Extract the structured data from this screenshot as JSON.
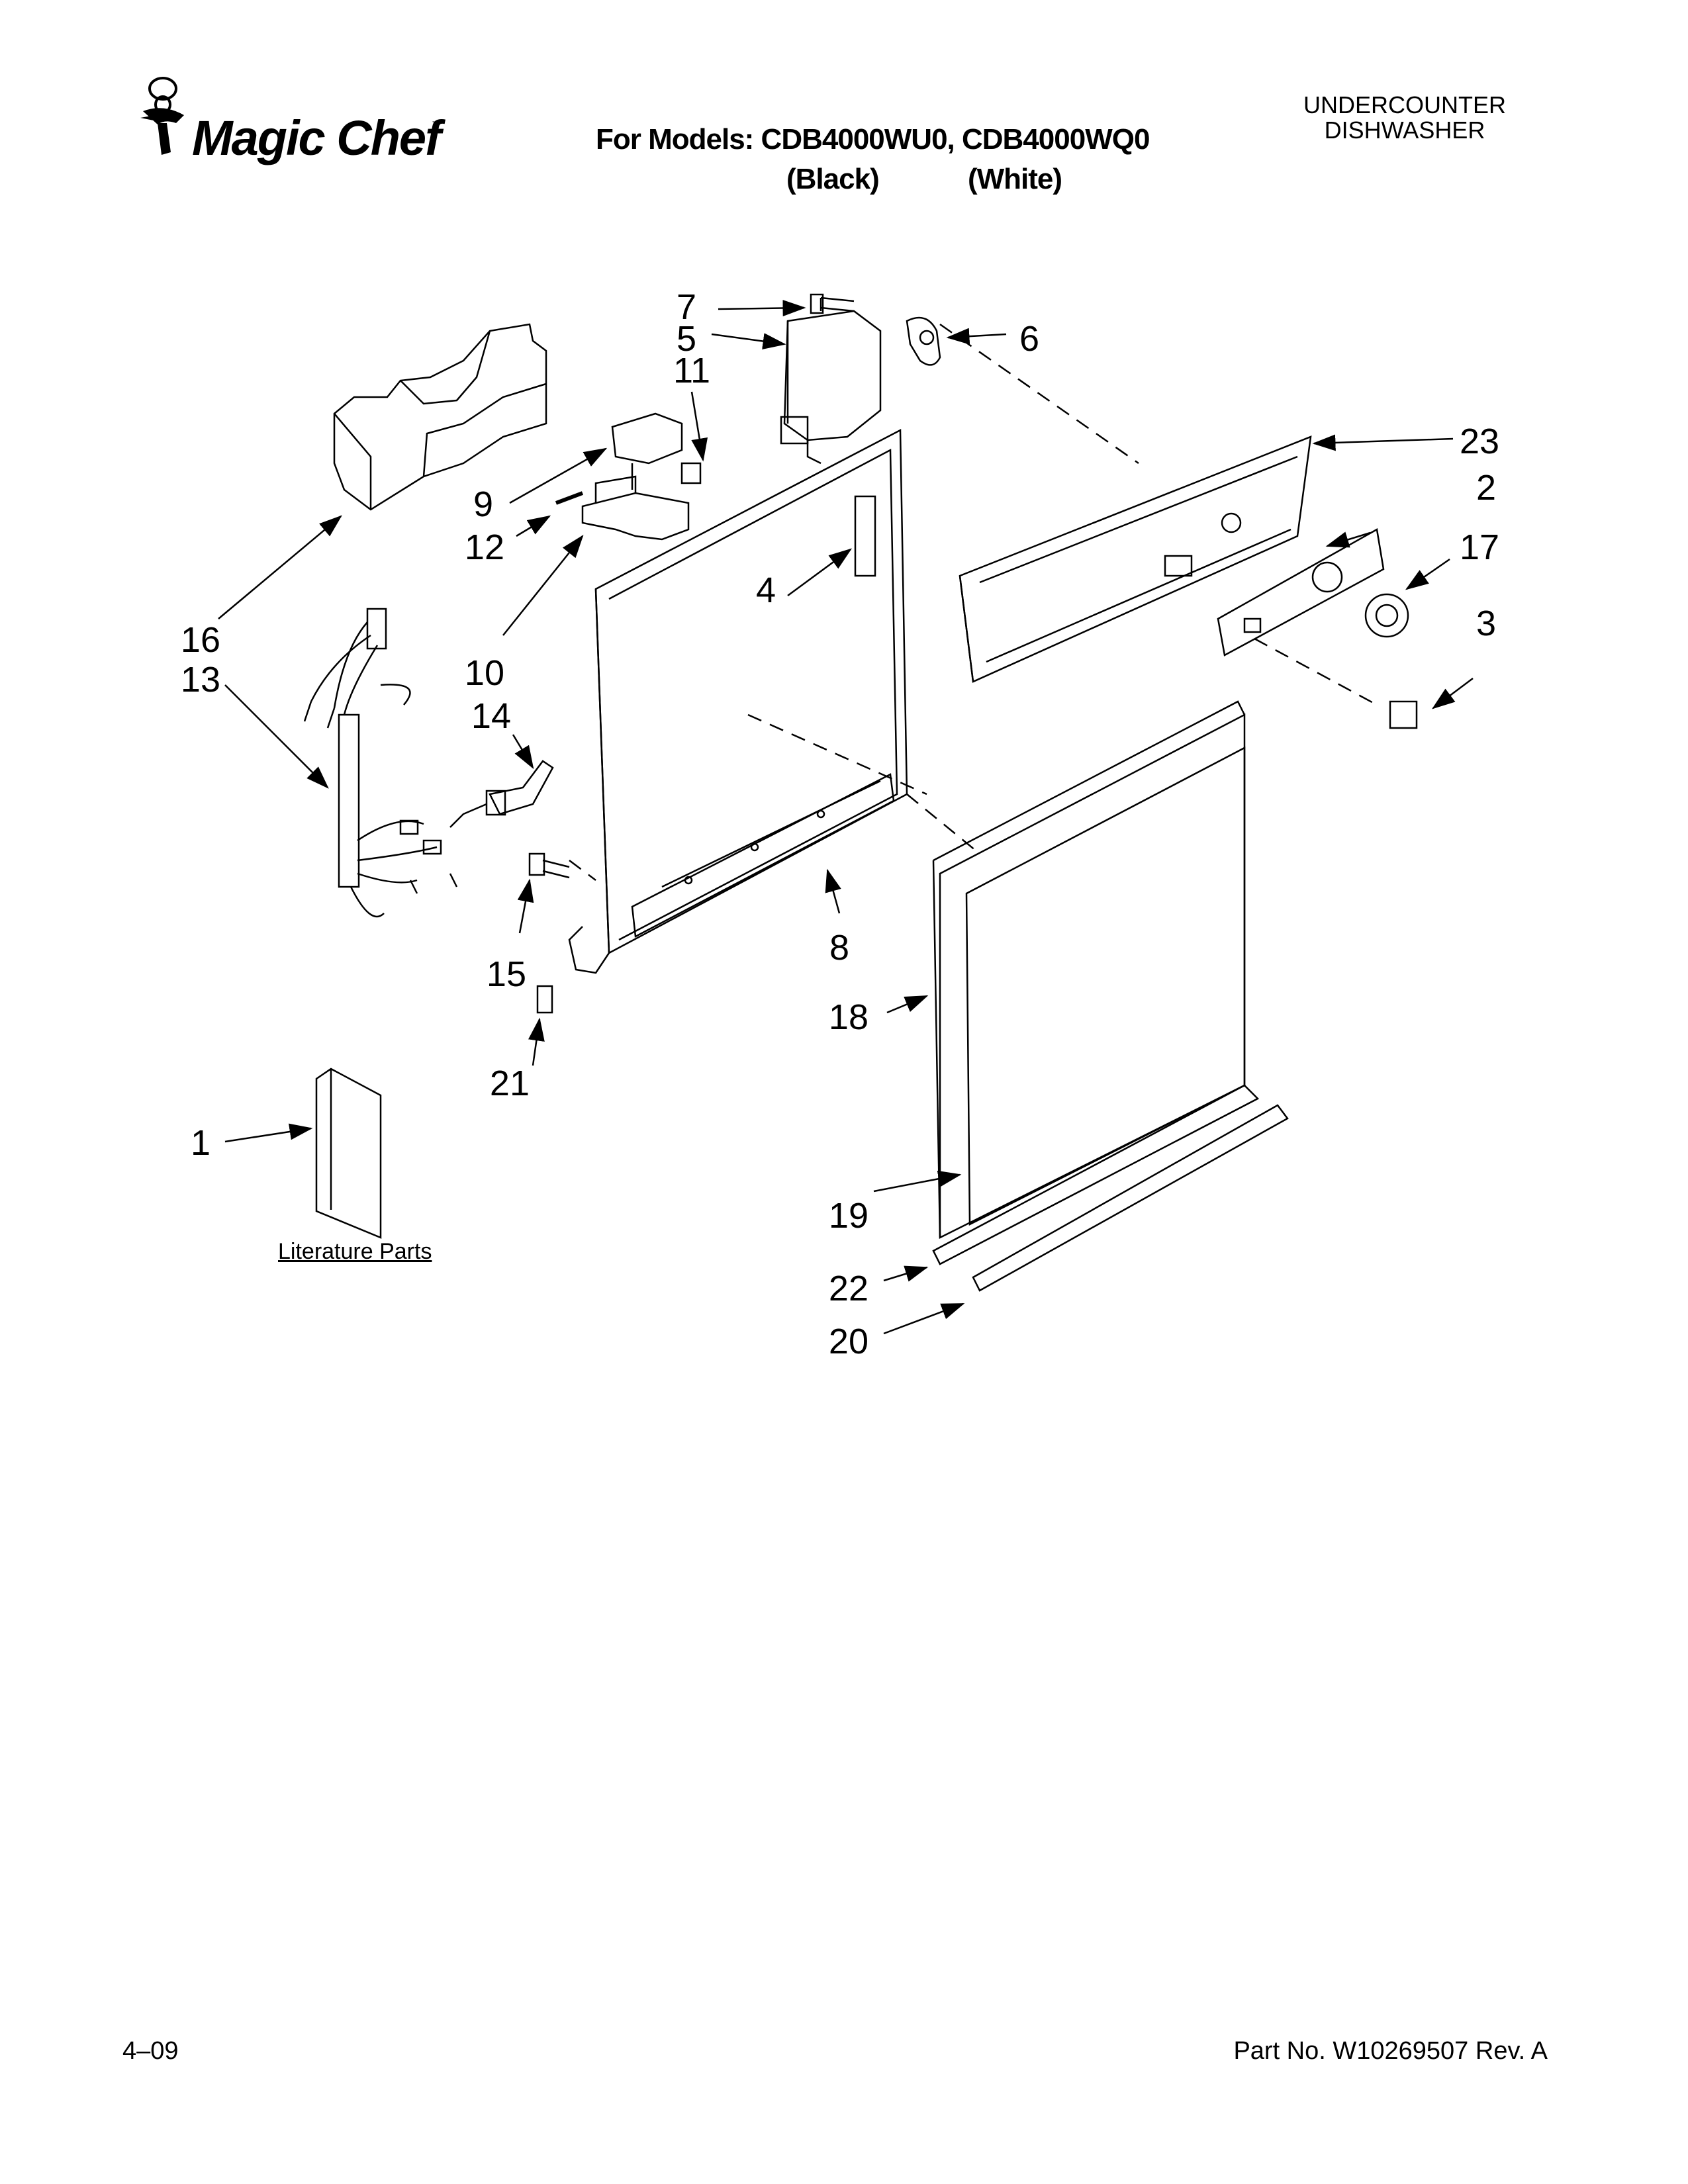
{
  "header": {
    "brand": "Magic Chef",
    "trademark": "™",
    "models_line": "For Models: CDB4000WU0, CDB4000WQ0",
    "color_black": "(Black)",
    "color_white": "(White)",
    "appliance_line1": "UNDERCOUNTER",
    "appliance_line2": "DISHWASHER"
  },
  "diagram": {
    "callouts": [
      "1",
      "2",
      "3",
      "4",
      "5",
      "6",
      "7",
      "8",
      "9",
      "10",
      "11",
      "12",
      "13",
      "14",
      "15",
      "16",
      "17",
      "18",
      "19",
      "20",
      "21",
      "22",
      "23"
    ],
    "literature_label": "Literature Parts"
  },
  "footer": {
    "date": "4–09",
    "part_number": "Part No. W10269507 Rev. A"
  }
}
